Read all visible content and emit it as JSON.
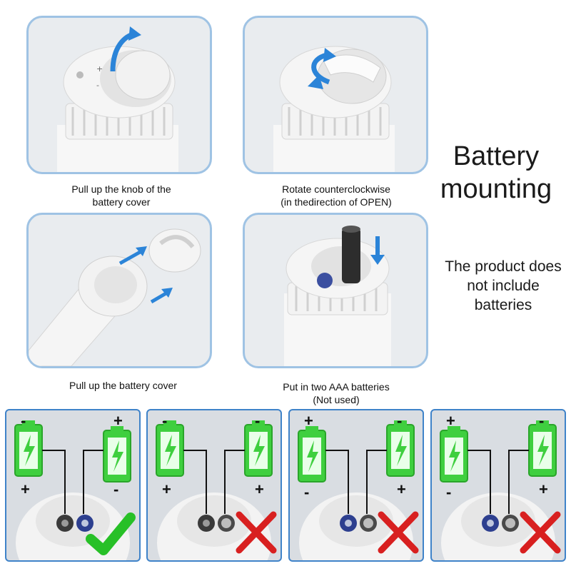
{
  "title": {
    "line1": "Battery",
    "line2": "mounting"
  },
  "note": {
    "line1": "The product does",
    "line2": "not include",
    "line3": "batteries"
  },
  "steps": [
    {
      "line1": "Pull up the knob of the",
      "line2": "battery cover"
    },
    {
      "line1": "Rotate counterclockwise",
      "line2": "(in thedirection of OPEN)"
    },
    {
      "line1": "Pull up the battery cover",
      "line2": ""
    },
    {
      "line1": "Put in two AAA batteries",
      "line2": "(Not used)"
    }
  ],
  "diagrams": [
    {
      "left_sign": "-",
      "right_sign": "+",
      "left_bottom": "+",
      "right_bottom": "-",
      "result": "correct"
    },
    {
      "left_sign": "-",
      "right_sign": "-",
      "left_bottom": "+",
      "right_bottom": "+",
      "result": "wrong"
    },
    {
      "left_sign": "+",
      "right_sign": "-",
      "left_bottom": "-",
      "right_bottom": "+",
      "result": "wrong"
    },
    {
      "left_sign": "+",
      "right_sign": "-",
      "left_bottom": "-",
      "right_bottom": "+",
      "result": "wrong"
    }
  ],
  "colors": {
    "panel_border": "#9fc3e4",
    "arrow": "#2b84d8",
    "battery_green": "#3fcf3f",
    "check": "#27c027",
    "cross": "#d82020",
    "diagram_border": "#3f83c9"
  }
}
